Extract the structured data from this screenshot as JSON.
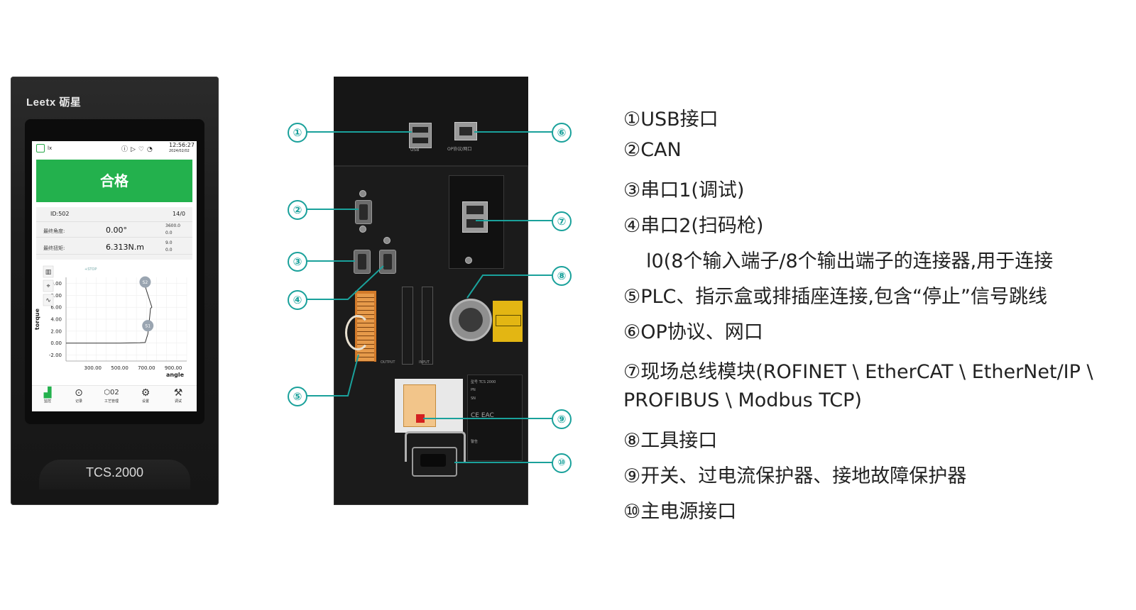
{
  "front_panel": {
    "brand": "Leetx 砺星",
    "model": "TCS.2000",
    "screen": {
      "user": "lx",
      "time": "12:56:27",
      "date": "2024/02/02",
      "result": "合格",
      "id": "ID:502",
      "count": "14/0",
      "angle_label": "最终角度:",
      "angle_value": "0.00°",
      "angle_upper": "3600.0",
      "angle_lower": "0.0",
      "torque_label": "最终扭矩:",
      "torque_value": "6.313N.m",
      "torque_upper": "9.0",
      "torque_lower": "0.0",
      "nav": [
        "监控",
        "记录",
        "工艺管理",
        "设置",
        "调试"
      ],
      "nav_badge": "02"
    }
  },
  "chart_data": {
    "type": "line",
    "xlabel": "angle",
    "ylabel": "torque",
    "x_ticks": [
      "300.00",
      "500.00",
      "700.00",
      "900.00"
    ],
    "y_ticks": [
      "10.00",
      "8.00",
      "6.00",
      "4.00",
      "2.00",
      "0.00",
      "-2.00"
    ],
    "xlim": [
      100,
      1000
    ],
    "ylim": [
      -3,
      11
    ],
    "series": [
      {
        "x": [
          100,
          500,
          650,
          690,
          710,
          720,
          730,
          740,
          690
        ],
        "y": [
          0,
          0,
          0.05,
          0.1,
          1.5,
          3.5,
          5.8,
          6.0,
          9.5
        ]
      }
    ],
    "markers": [
      {
        "label": "S1",
        "x": 710,
        "y": 2.2
      },
      {
        "label": "S2",
        "x": 690,
        "y": 9.5
      }
    ],
    "legend_hint": "+STOP"
  },
  "rear_panel": {
    "usb_label": "USB",
    "op_label": "OP协议/网口",
    "io_output": "OUTPUT",
    "io_input": "INPUT",
    "nameplate": [
      "型号 TCS 2000",
      "PN",
      "SN",
      "CE EAC",
      "警告"
    ]
  },
  "callouts": [
    "①",
    "②",
    "③",
    "④",
    "⑤",
    "⑥",
    "⑦",
    "⑧",
    "⑨",
    "⑩"
  ],
  "legend": {
    "l1": "①USB接口",
    "l2": "②CAN",
    "l3": "③串口1(调试)",
    "l4": "④串口2(扫码枪)",
    "l5": "l0(8个输入端子/8个输出端子的连接器,用于连接",
    "l6": "⑤PLC、指示盒或排插座连接,包含“停止”信号跳线",
    "l7": "⑥OP协议、网口",
    "l8": "⑦现场总线模块(ROFINET \\ EtherCAT \\ EtherNet/IP \\",
    "l9": "PROFIBUS \\ Modbus TCP)",
    "l10": "⑧工具接口",
    "l11": "⑨开关、过电流保护器、接地故障保护器",
    "l12": "⑩主电源接口"
  },
  "colors": {
    "accent": "#1aa19b",
    "ok": "#23b14d",
    "device": "#1c1c1c"
  }
}
